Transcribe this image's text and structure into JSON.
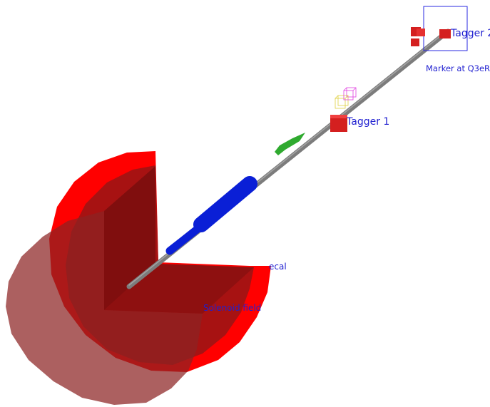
{
  "labels": {
    "tagger2": "Tagger 2",
    "marker": "Marker at Q3eR",
    "tagger1": "Tagger 1",
    "ecal": "ecal",
    "solenoid": "Solenoid field"
  },
  "colors": {
    "label_text": "#1f1fd0",
    "beampipe": "#7a7a7a",
    "magnet_blue": "#0a1fd6",
    "red_bright": "#ff0000",
    "red_dark": "#8e1212",
    "green": "#2faa2f"
  }
}
